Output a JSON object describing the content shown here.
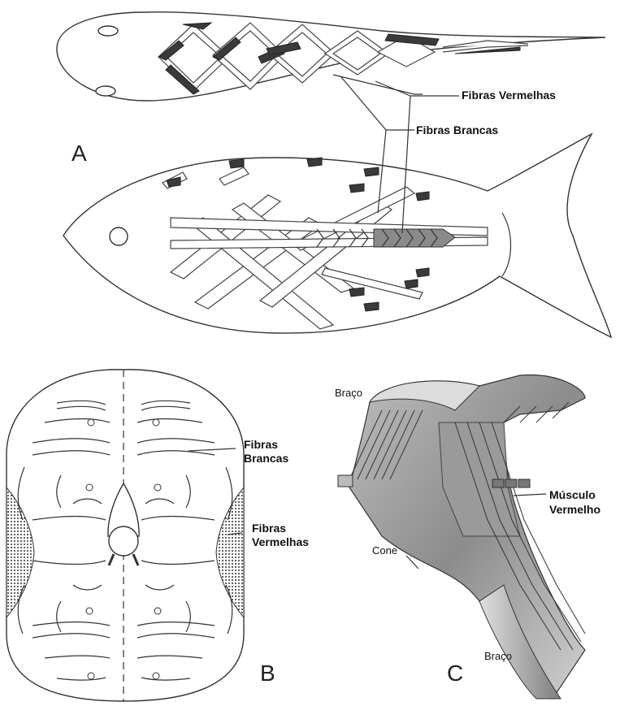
{
  "panels": {
    "a": "A",
    "b": "B",
    "c": "C"
  },
  "labels": {
    "fibras_vermelhas_a": "Fibras Vermelhas",
    "fibras_brancas_a": "Fibras Brancas",
    "fibras_brancas_b_1": "Fibras",
    "fibras_brancas_b_2": "Brancas",
    "fibras_vermelhas_b_1": "Fibras",
    "fibras_vermelhas_b_2": "Vermelhas",
    "braco_top": "Braço",
    "braco_bottom": "Braço",
    "cone": "Cone",
    "musculo_1": "Músculo",
    "musculo_2": "Vermelho"
  },
  "colors": {
    "ink": "#222222",
    "dark_fibers": "#3a3a3a",
    "grey_muscle": "#9a9a9a",
    "paper": "#ffffff"
  }
}
